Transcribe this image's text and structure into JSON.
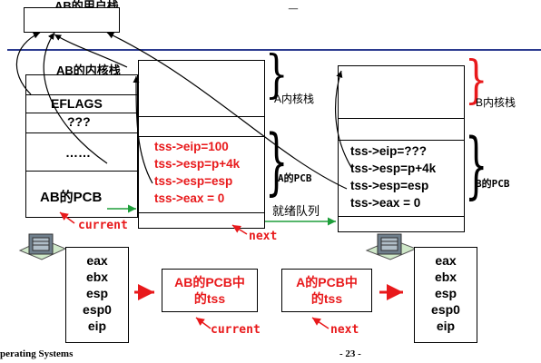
{
  "top": {
    "ab_user_stack": "AB的用户栈",
    "dash": "_"
  },
  "ab_kernel": {
    "title": "AB的内核栈",
    "eflags": "EFLAGS",
    "qqq": "???",
    "dots": "……",
    "pcb": "AB的PCB"
  },
  "a_kernel": {
    "brace_label": "A内核栈",
    "pcb_label": "A的PCB",
    "lines": [
      "tss->eip=100",
      "tss->esp=p+4k",
      "tss->esp=esp",
      "tss->eax = 0"
    ],
    "ready_queue": "就绪队列"
  },
  "b_kernel": {
    "brace_label": "B内核栈",
    "pcb_label": "B的PCB",
    "lines": [
      "tss->eip=???",
      "tss->esp=p+4k",
      "tss->esp=esp",
      "tss->eax = 0"
    ]
  },
  "pointers": {
    "current_top": "current",
    "next_top": "next",
    "current_bottom": "current",
    "next_bottom": "next"
  },
  "regs_left": [
    "eax",
    "ebx",
    "esp",
    "esp0",
    "eip"
  ],
  "regs_right": [
    "eax",
    "ebx",
    "esp",
    "esp0",
    "eip"
  ],
  "tss_ab": {
    "line1": "AB的PCB中",
    "line2": "的tss"
  },
  "tss_a": {
    "line1": "A的PCB中",
    "line2": "的tss"
  },
  "footer": {
    "left": "perating Systems",
    "center": "- 23 -"
  },
  "colors": {
    "red": "#e8191b",
    "green": "#1e9e3a",
    "blue_rule": "#2b3a8f"
  }
}
